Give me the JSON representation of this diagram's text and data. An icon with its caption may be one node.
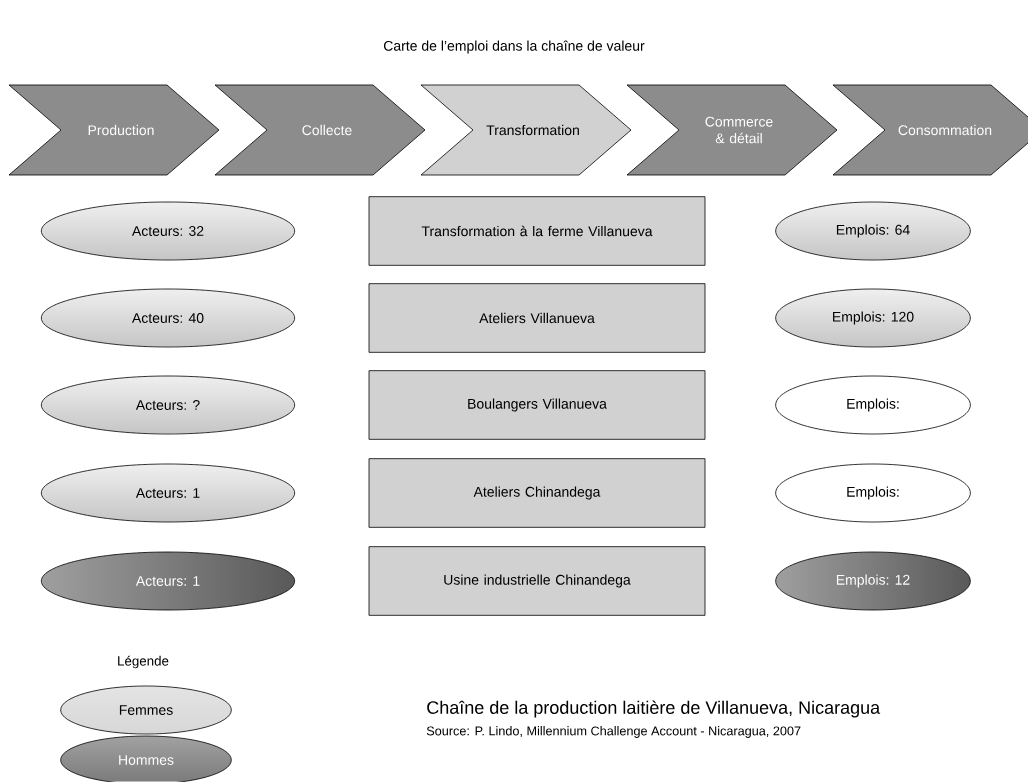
{
  "diagram": {
    "title": "Carte de l’emploi dans la chaîne de valeur",
    "caption": "Chaîne de la production laitière de Villanueva, Nicaragua",
    "nodes": [
      {
        "text": [
          "Production"
        ]
      },
      {
        "text": [
          "Collecte"
        ]
      },
      {
        "text": [
          "Transformation"
        ]
      },
      {
        "text": [
          "Commerce & détail"
        ]
      },
      {
        "text": [
          "Consommation"
        ]
      },
      {
        "text": [
          "Acteurs: 32"
        ]
      },
      {
        "text": [
          "Transformation à la ferme Villanueva"
        ]
      },
      {
        "text": [
          "Emplois: 64"
        ]
      },
      {
        "text": [
          "Acteurs: 40"
        ]
      },
      {
        "text": [
          "Ateliers Villanueva"
        ]
      },
      {
        "text": [
          "Emplois: 120"
        ]
      },
      {
        "text": [
          "Acteurs: ?"
        ]
      },
      {
        "text": [
          "Boulangers Villanueva"
        ]
      },
      {
        "text": [
          "Emplois:"
        ]
      },
      {
        "text": [
          "Acteurs: 1"
        ]
      },
      {
        "text": [
          "Ateliers Chinandega"
        ]
      },
      {
        "text": [
          "Emplois:"
        ]
      },
      {
        "text": [
          "Acteurs: 1"
        ]
      },
      {
        "text": [
          "Usine industrielle Chinandega"
        ]
      },
      {
        "text": [
          "Emplois: 12"
        ]
      }
    ],
    "labels": [
      "Légende",
      "Source: P. Lindo, Millennium Challenge Account - Nicaragua, 2007"
    ],
    "legend": [
      {
        "text": "Femmes",
        "color": "#d8d8d8"
      },
      {
        "text": "Hommes",
        "color": "#7a7a7a"
      }
    ]
  }
}
